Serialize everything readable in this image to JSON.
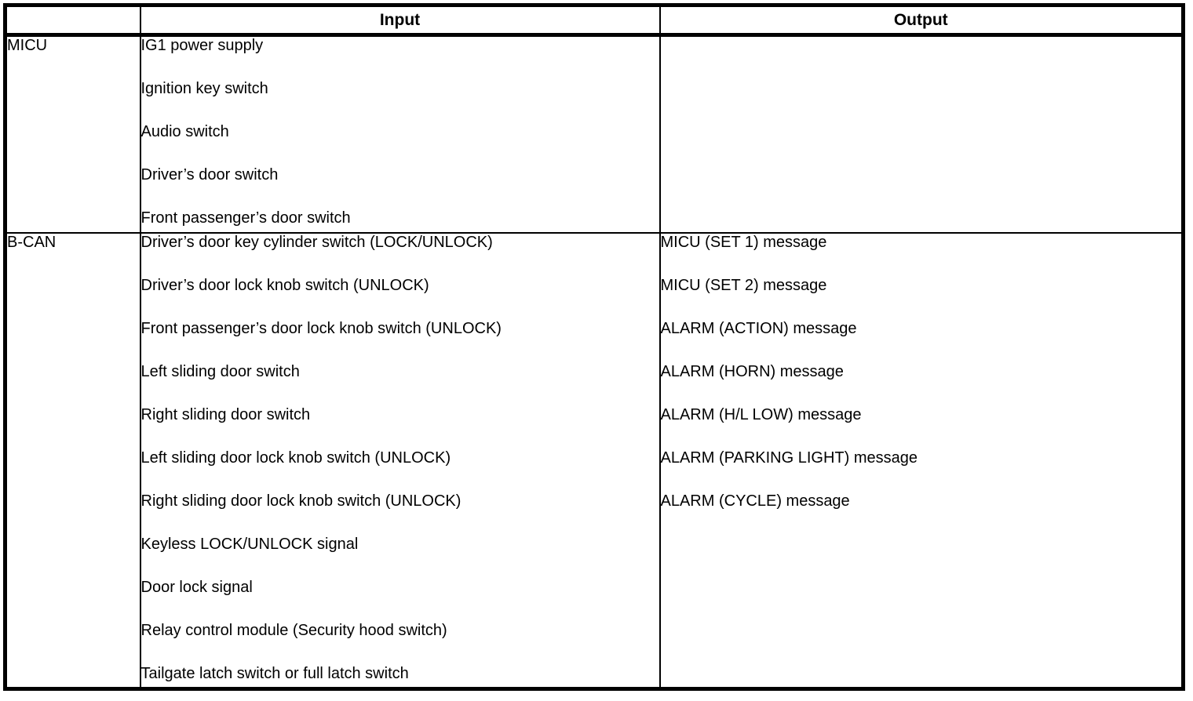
{
  "table": {
    "header": {
      "corner": "",
      "input_label": "Input",
      "output_label": "Output"
    },
    "rows": [
      {
        "label": "MICU",
        "inputs": [
          "IG1 power supply",
          "Ignition key switch",
          "Audio switch",
          "Driver’s door switch",
          "Front passenger’s door switch"
        ],
        "outputs": []
      },
      {
        "label": "B-CAN",
        "inputs": [
          "Driver’s door key cylinder switch (LOCK/UNLOCK)",
          "Driver’s door lock knob switch (UNLOCK)",
          "Front passenger’s door lock knob switch (UNLOCK)",
          "Left sliding door switch",
          "Right sliding door switch",
          "Left sliding door lock knob switch (UNLOCK)",
          "Right sliding door lock knob switch (UNLOCK)",
          "Keyless LOCK/UNLOCK signal",
          "Door lock signal",
          "Relay control module (Security hood switch)",
          "Tailgate latch switch or full latch switch"
        ],
        "outputs": [
          "MICU (SET 1) message",
          "MICU (SET 2) message",
          "ALARM (ACTION) message",
          "ALARM (HORN) message",
          "ALARM (H/L LOW) message",
          "ALARM (PARKING LIGHT) message",
          "ALARM (CYCLE) message"
        ]
      }
    ]
  },
  "colors": {
    "border": "#000000",
    "background": "#ffffff",
    "text": "#000000"
  }
}
